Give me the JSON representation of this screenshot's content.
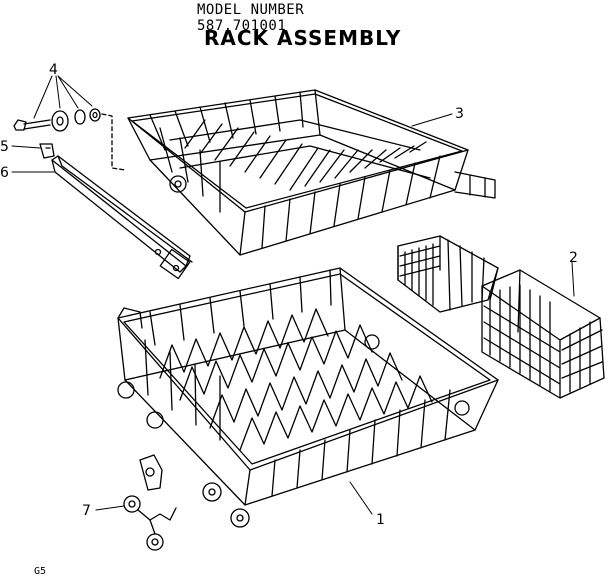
{
  "header": {
    "model_number": "MODEL NUMBER 587.701001",
    "title": "RACK ASSEMBLY"
  },
  "footer": {
    "code": "G5"
  },
  "callouts": [
    "1",
    "2",
    "3",
    "4",
    "5",
    "6",
    "7"
  ],
  "parts": {
    "lower_rack": "1",
    "silverware_basket": "2",
    "upper_rack": "3",
    "roller_hardware": "4",
    "stop_clip": "5",
    "rack_track": "6",
    "wheel_assembly": "7"
  },
  "colors": {
    "ink": "#000000",
    "paper": "#ffffff"
  }
}
